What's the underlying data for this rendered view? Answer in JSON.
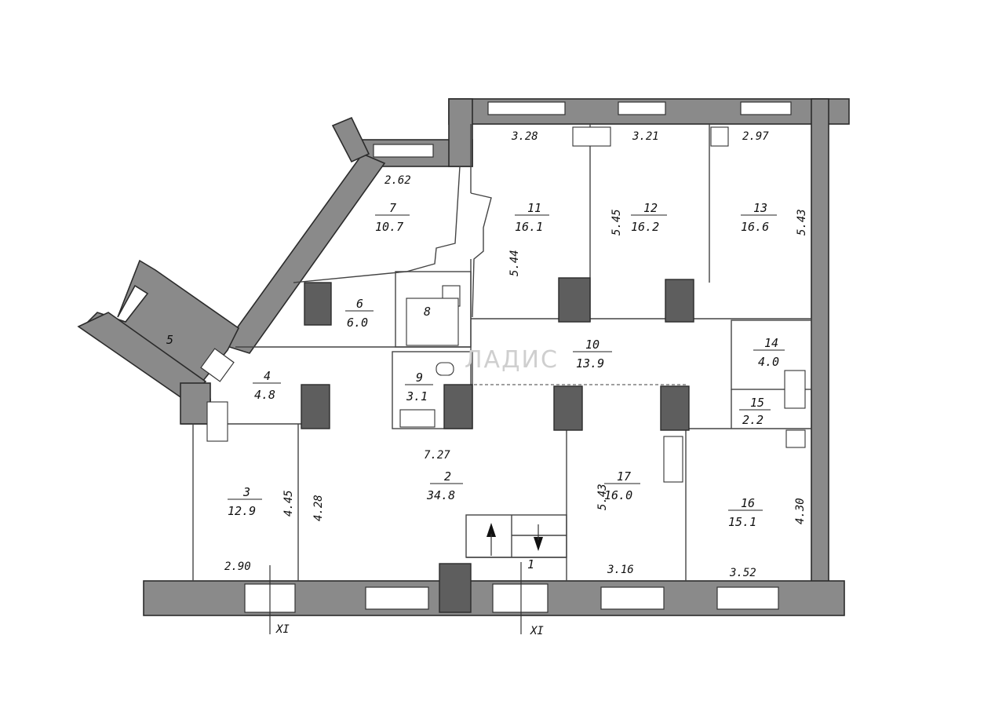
{
  "rooms": [
    {
      "id": "r1",
      "number": "1"
    },
    {
      "id": "r2",
      "number": "2",
      "area": "34.8"
    },
    {
      "id": "r3",
      "number": "3",
      "area": "12.9"
    },
    {
      "id": "r4",
      "number": "4",
      "area": "4.8"
    },
    {
      "id": "r5",
      "number": "5"
    },
    {
      "id": "r6",
      "number": "6",
      "area": "6.0"
    },
    {
      "id": "r7",
      "number": "7",
      "area": "10.7"
    },
    {
      "id": "r8",
      "number": "8"
    },
    {
      "id": "r9",
      "number": "9",
      "area": "3.1"
    },
    {
      "id": "r10",
      "number": "10",
      "area": "13.9"
    },
    {
      "id": "r11",
      "number": "11",
      "area": "16.1"
    },
    {
      "id": "r12",
      "number": "12",
      "area": "16.2"
    },
    {
      "id": "r13",
      "number": "13",
      "area": "16.6"
    },
    {
      "id": "r14",
      "number": "14",
      "area": "4.0"
    },
    {
      "id": "r15",
      "number": "15",
      "area": "2.2"
    },
    {
      "id": "r16",
      "number": "16",
      "area": "15.1"
    },
    {
      "id": "r17",
      "number": "17",
      "area": "16.0"
    }
  ],
  "dimensions": {
    "d_top11": "3.28",
    "d_top12": "3.21",
    "d_top13": "2.97",
    "d_r7": "2.62",
    "d_v11": "5.44",
    "d_v12": "5.45",
    "d_v13": "5.43",
    "d_r2w": "7.27",
    "d_v17": "5.43",
    "d_v3a": "4.45",
    "d_v3b": "4.28",
    "d_v16": "4.30",
    "d_b3": "2.90",
    "d_b17": "3.16",
    "d_b16": "3.52"
  },
  "section_marks": {
    "left": "XI",
    "right": "XI"
  },
  "watermark": "ЛАДИС"
}
